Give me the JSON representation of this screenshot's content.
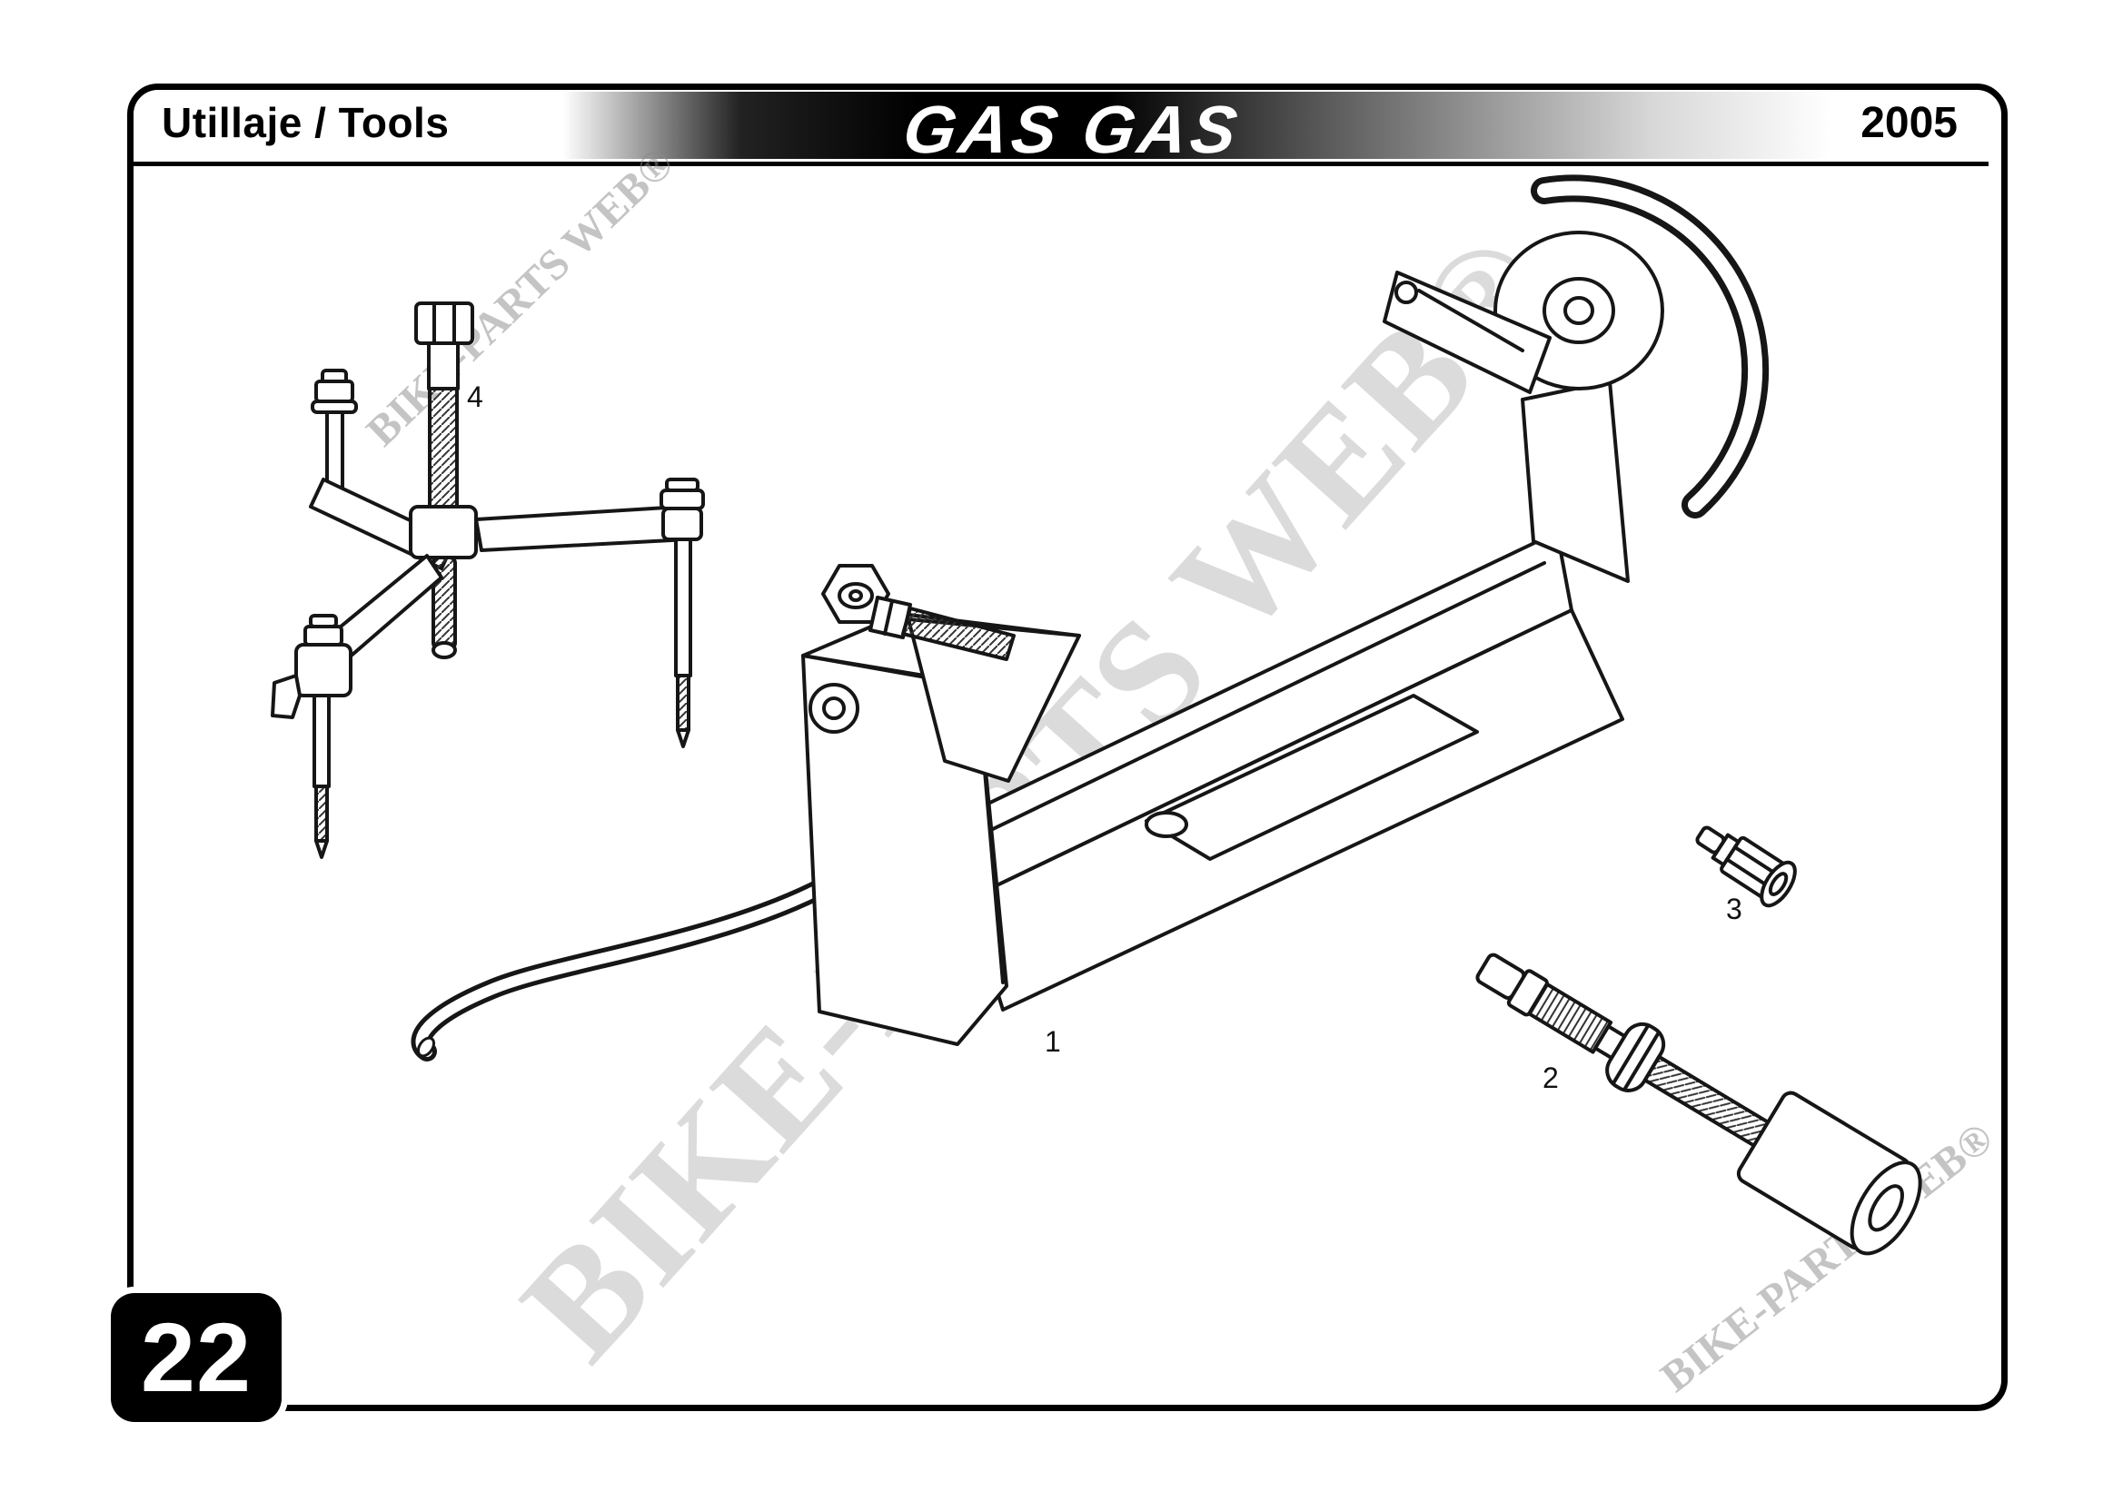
{
  "header": {
    "section_title": "Utillaje / Tools",
    "brand_logo": "GAS GAS",
    "year": "2005"
  },
  "footer": {
    "page_number": "22"
  },
  "watermark": {
    "text": "BIKE-PARTS WEB®"
  },
  "diagram": {
    "description": "Exploded line drawing of special workshop tools",
    "parts": [
      {
        "label": "1"
      },
      {
        "label": "2"
      },
      {
        "label": "3"
      },
      {
        "label": "4"
      }
    ]
  }
}
